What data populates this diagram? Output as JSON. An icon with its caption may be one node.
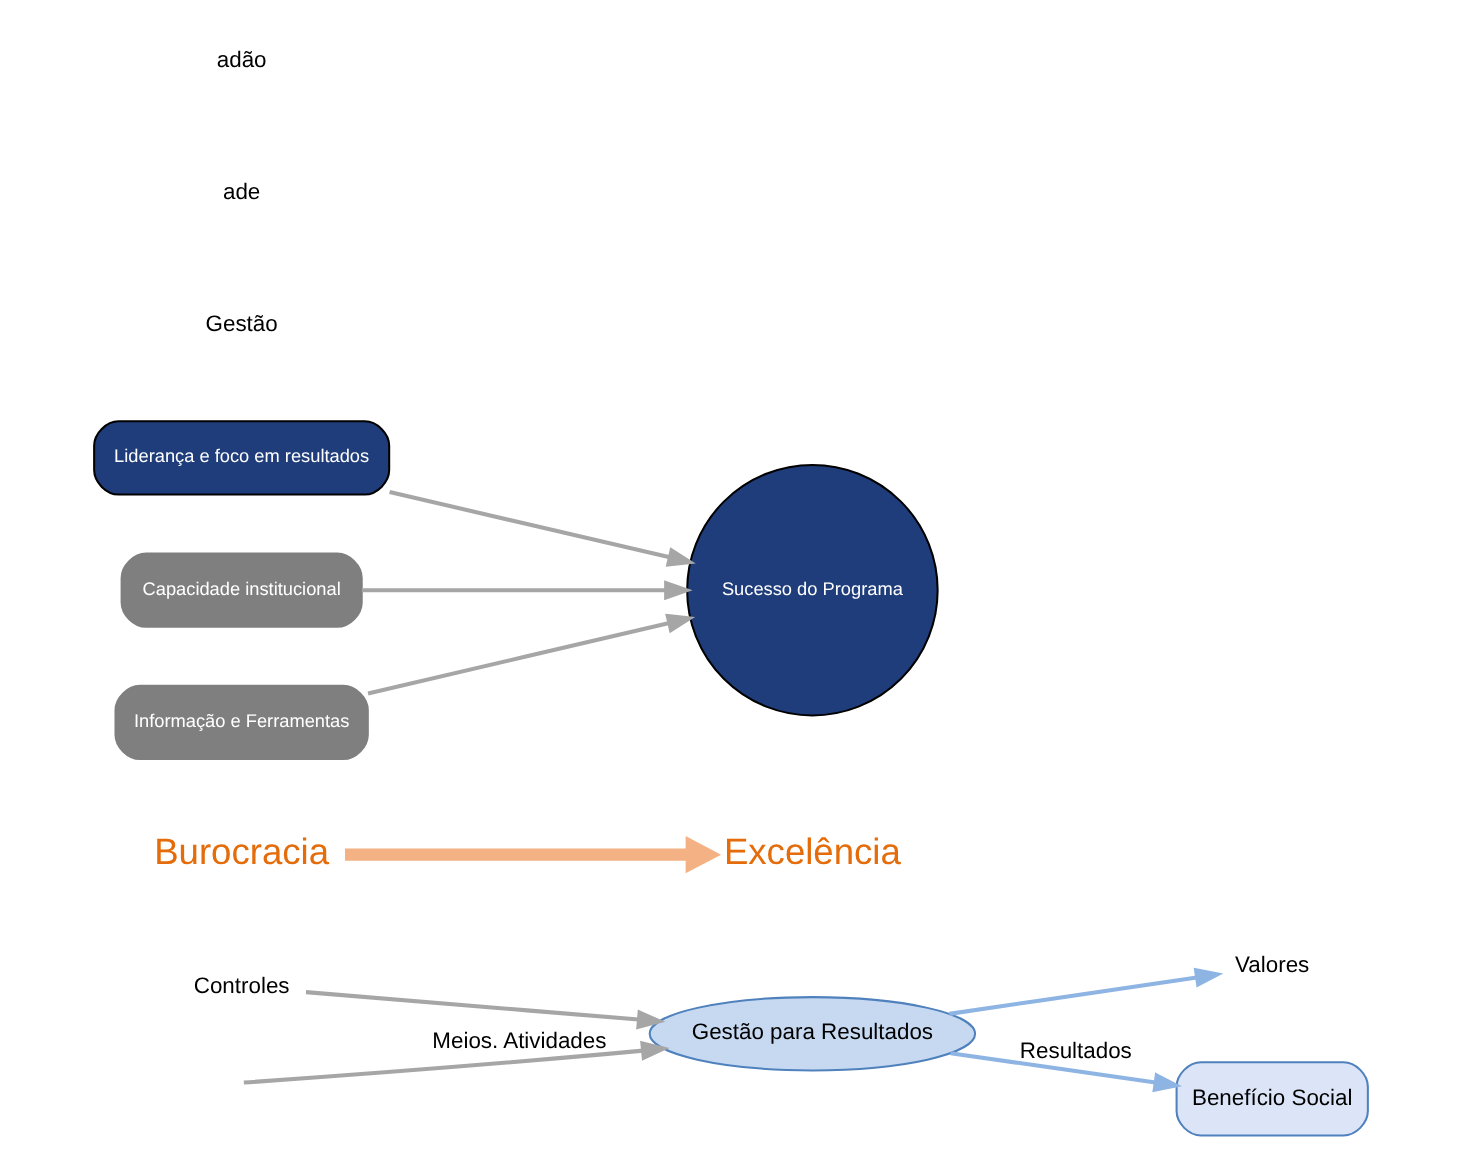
{
  "diagram": {
    "nodes": [
      {
        "text": [
          "Gestão para Resultados"
        ]
      },
      {
        "text": [
          "Valores"
        ]
      },
      {
        "text": [
          "Benefício Social"
        ]
      },
      {
        "text": [
          "Controles"
        ]
      },
      {
        "text": [
          "Burocracia"
        ]
      },
      {
        "text": [
          "Excelência"
        ]
      },
      {
        "text": [
          "Liderança e foco em resultados"
        ]
      },
      {
        "text": [
          "Capacidade institucional"
        ]
      },
      {
        "text": [
          "Informação e Ferramentas"
        ]
      },
      {
        "text": [
          "Sucesso do Programa"
        ]
      }
    ],
    "edges": [
      {
        "from": null,
        "to": 0,
        "arrow": "to",
        "label": "Meios. Atividades"
      },
      {
        "from": 0,
        "to": 1,
        "arrow": "to",
        "color": "#8eb4e3"
      },
      {
        "from": 0,
        "to": 2,
        "arrow": "to",
        "label": "Resultados",
        "color": "#8eb4e3"
      },
      {
        "from": 3,
        "to": 0,
        "arrow": "to"
      },
      {
        "from": 4,
        "to": 5,
        "arrow": "to",
        "style": "thick",
        "color": "#f4b183"
      },
      {
        "from": 6,
        "to": 9,
        "arrow": "to"
      },
      {
        "from": 7,
        "to": 9,
        "arrow": "to"
      },
      {
        "from": 8,
        "to": 9,
        "arrow": "to"
      }
    ],
    "labels": [
      "Gestão",
      "ade",
      "adão"
    ]
  }
}
